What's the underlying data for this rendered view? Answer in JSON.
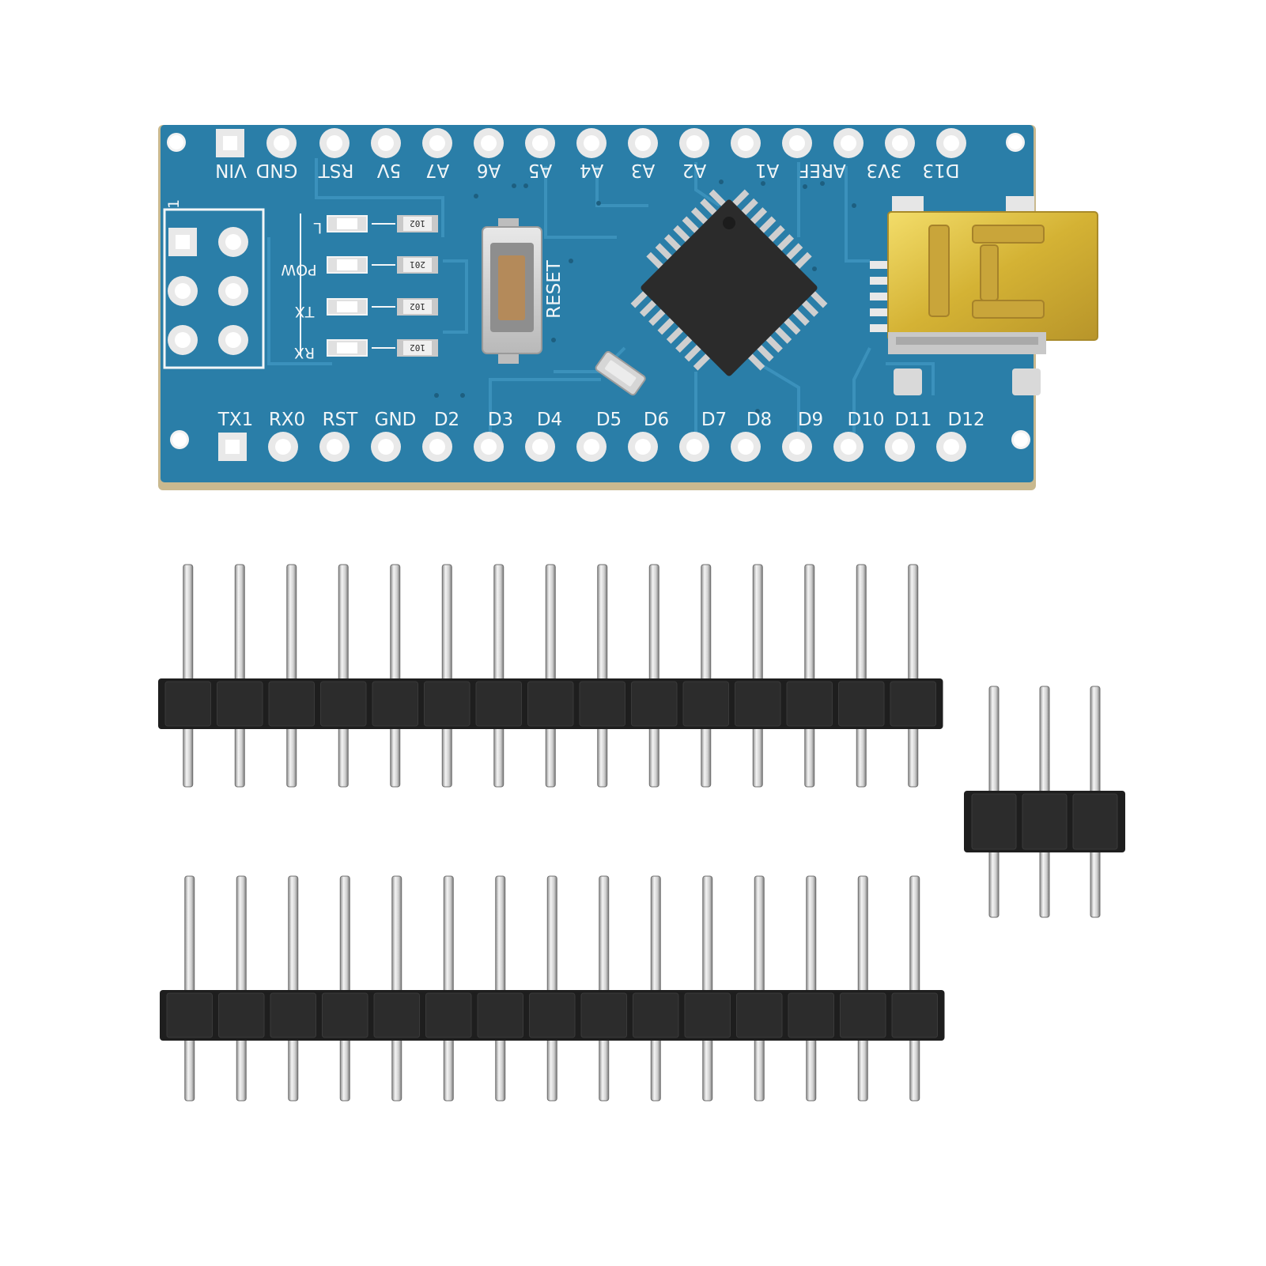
{
  "board": {
    "top_labels": [
      "VIN",
      "GND",
      "RST",
      "5V",
      "A7",
      "A6",
      "A5",
      "A4",
      "A3",
      "A2",
      "A1",
      "AREF",
      "3V3",
      "D13"
    ],
    "top_labels_raw": [
      "VIN",
      "GND",
      "RST",
      "5V",
      "A7",
      "A6",
      "A5",
      "A4",
      "A3",
      "A2",
      "A1",
      "AREF",
      "3V3",
      "D13"
    ],
    "bottom_labels": [
      "TX1",
      "RX0",
      "RST",
      "GND",
      "D2",
      "D3",
      "D4",
      "D5",
      "D6",
      "D7",
      "D8",
      "D9",
      "D10",
      "D11",
      "D12"
    ],
    "led_labels": [
      "L",
      "POW",
      "TX",
      "RX"
    ],
    "resistor_codes": [
      "102",
      "201",
      "102",
      "102"
    ],
    "reset_label": "RESET",
    "pin1_mark": "1",
    "colors": {
      "pcb": "#2a7ea8",
      "pcb_edge": "#c9b98f",
      "silkscreen": "#f2f6f8",
      "usb": "#d8b73a",
      "chip": "#2b2b2b"
    }
  },
  "headers": {
    "long_header_pins": 15,
    "short_header_pins": 3,
    "long_header_count": 2
  }
}
